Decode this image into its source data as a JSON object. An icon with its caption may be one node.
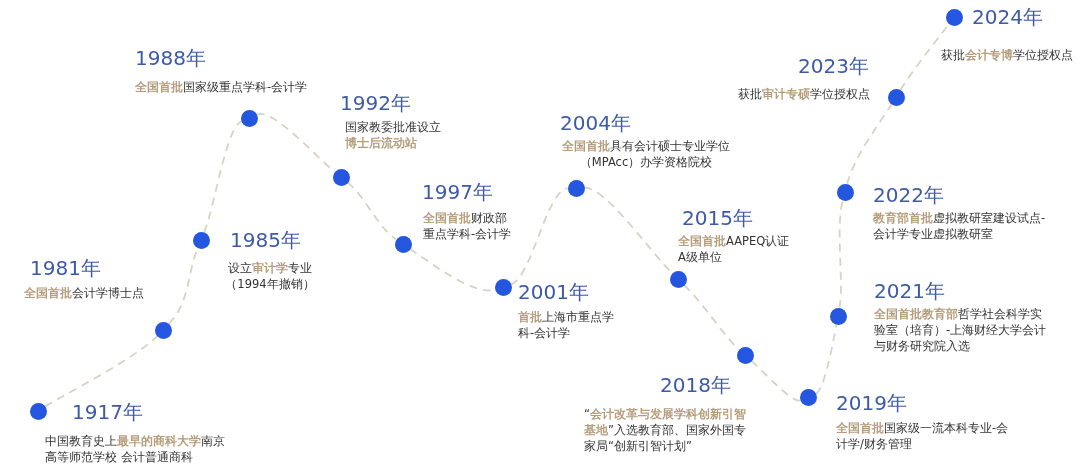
{
  "diagram": {
    "nodes": [
      {
        "text": [],
        "shape": "circle",
        "beside": [
          "1917年",
          "中国教育史上**最早的商科大学**南京高等师范学校 会计普通商科"
        ]
      },
      {
        "text": [],
        "shape": "circle",
        "beside": [
          "1981年",
          "**全国首批**会计学博士点"
        ]
      },
      {
        "text": [],
        "shape": "circle",
        "beside": [
          "1985年",
          "设立**审计学**专业（1994年撤销）"
        ]
      },
      {
        "text": [],
        "shape": "circle",
        "beside": [
          "1988年",
          "**全国首批**国家级重点学科-会计学"
        ]
      },
      {
        "text": [],
        "shape": "circle",
        "beside": [
          "1992年",
          "国家教委批准设立**博士后流动站**"
        ]
      },
      {
        "text": [],
        "shape": "circle",
        "beside": [
          "1997年",
          "**全国首批**财政部重点学科-会计学"
        ]
      },
      {
        "text": [],
        "shape": "circle",
        "beside": [
          "2001年",
          "**首批**上海市重点学科-会计学"
        ]
      },
      {
        "text": [],
        "shape": "circle",
        "beside": [
          "2004年",
          "**全国首批**具有会计硕士专业学位（MPAcc）办学资格院校"
        ]
      },
      {
        "text": [],
        "shape": "circle",
        "beside": [
          "2015年",
          "**全国首批**AAPEQ认证A级单位"
        ]
      },
      {
        "text": [],
        "shape": "circle",
        "beside": [
          "2018年",
          "“**会计改革与发展学科创新引智基地**”入选教育部、国家外国专家局“创新引智计划”"
        ]
      },
      {
        "text": [],
        "shape": "circle",
        "beside": [
          "2019年",
          "**全国首批**国家级一流本科专业-会计学/财务管理"
        ]
      },
      {
        "text": [],
        "shape": "circle",
        "beside": [
          "2021年",
          "**全国首批教育部**哲学社会科学实验室（培育）-上海财经大学会计与财务研究院入选"
        ]
      },
      {
        "text": [],
        "shape": "circle",
        "beside": [
          "2022年",
          "**教育部首批**虚拟教研室建设试点-会计学专业虚拟教研室"
        ]
      },
      {
        "text": [],
        "shape": "circle",
        "beside": [
          "2023年",
          "获批**审计专硕**学位授权点"
        ]
      },
      {
        "text": [],
        "shape": "circle",
        "beside": [
          "2024年",
          "获批**会计专博**学位授权点"
        ]
      }
    ],
    "edges": [
      {
        "from": 0,
        "to": 1,
        "arrow": "none",
        "style": "dashed"
      },
      {
        "from": 1,
        "to": 2,
        "arrow": "none",
        "style": "dashed"
      },
      {
        "from": 2,
        "to": 3,
        "arrow": "none",
        "style": "dashed"
      },
      {
        "from": 3,
        "to": 4,
        "arrow": "none",
        "style": "dashed"
      },
      {
        "from": 4,
        "to": 5,
        "arrow": "none",
        "style": "dashed"
      },
      {
        "from": 5,
        "to": 6,
        "arrow": "none",
        "style": "dashed"
      },
      {
        "from": 6,
        "to": 7,
        "arrow": "none",
        "style": "dashed"
      },
      {
        "from": 7,
        "to": 8,
        "arrow": "none",
        "style": "dashed"
      },
      {
        "from": 8,
        "to": 9,
        "arrow": "none",
        "style": "dashed"
      },
      {
        "from": 9,
        "to": 10,
        "arrow": "none",
        "style": "dashed"
      },
      {
        "from": 10,
        "to": 11,
        "arrow": "none",
        "style": "dashed"
      },
      {
        "from": 11,
        "to": 12,
        "arrow": "none",
        "style": "dashed"
      },
      {
        "from": 12,
        "to": 13,
        "arrow": "none",
        "style": "dashed"
      },
      {
        "from": 13,
        "to": 14,
        "arrow": "none",
        "style": "dashed"
      }
    ]
  }
}
